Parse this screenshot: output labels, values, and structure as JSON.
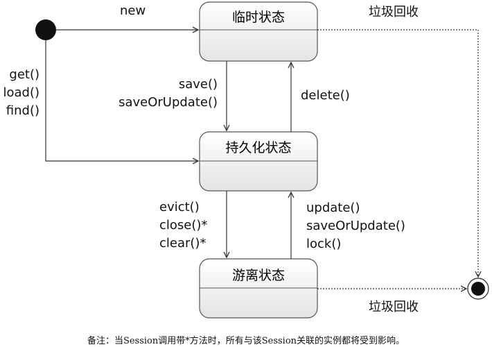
{
  "states": {
    "transient": "临时状态",
    "persistent": "持久化状态",
    "detached": "游离状态"
  },
  "transitions": {
    "new": "new",
    "save": [
      "save()",
      "saveOrUpdate()"
    ],
    "delete": "delete()",
    "get": [
      "get()",
      "load()",
      "find()"
    ],
    "evict": [
      "evict()",
      "close()*",
      "clear()*"
    ],
    "update": [
      "update()",
      "saveOrUpdate()",
      "lock()"
    ],
    "gc_top": "垃圾回收",
    "gc_bottom": "垃圾回收"
  },
  "note": "备注：当Session调用带*方法时，所有与该Session关联的实例都将受到影响。",
  "colors": {
    "state_fill_top": "#ffffff",
    "state_fill_bottom": "#e6e6e6",
    "stroke": "#333333"
  }
}
